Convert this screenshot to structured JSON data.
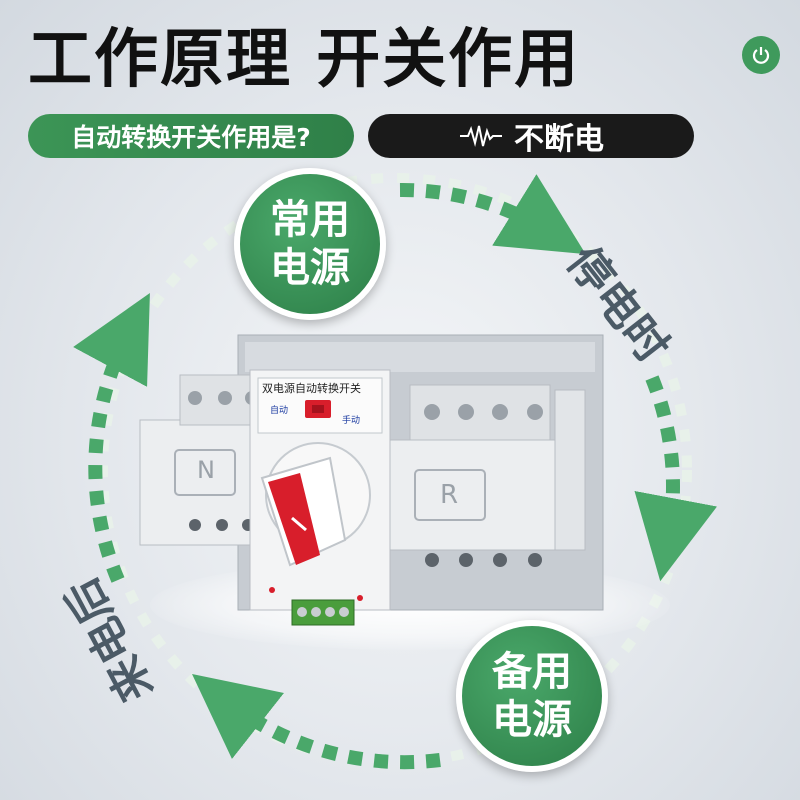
{
  "header": {
    "title": "工作原理 开关作用"
  },
  "question_pill": {
    "text": "自动转换开关作用是?"
  },
  "answer_pill": {
    "text": "不断电"
  },
  "cycle": {
    "main_power": {
      "line1": "常用",
      "line2": "电源"
    },
    "backup_power": {
      "line1": "备用",
      "line2": "电源"
    },
    "outage_label": "停电时",
    "restore_label": "来电后"
  },
  "device": {
    "panel_title": "双电源自动转换开关",
    "mode_auto": "自动",
    "mode_manual": "手动",
    "left_letter": "N",
    "right_letter": "R"
  },
  "colors": {
    "green": "#3c9556",
    "dark": "#1a1a1a",
    "handle_red": "#d81e2b"
  }
}
